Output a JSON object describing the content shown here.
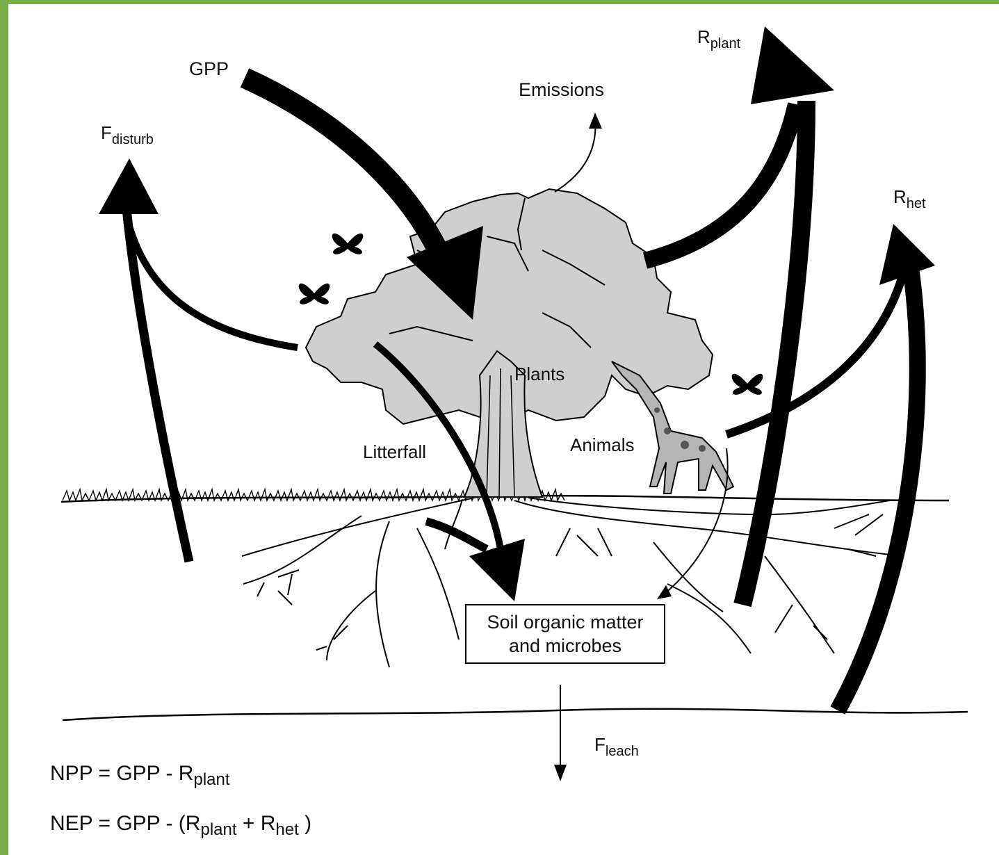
{
  "flux_labels": {
    "gpp": "GPP",
    "f_disturb": {
      "base": "F",
      "sub": "disturb"
    },
    "emissions": "Emissions",
    "r_plant": {
      "base": "R",
      "sub": "plant"
    },
    "r_het": {
      "base": "R",
      "sub": "het"
    },
    "f_leach": {
      "base": "F",
      "sub": "leach"
    }
  },
  "pool_labels": {
    "plants": "Plants",
    "animals": "Animals",
    "litterfall": "Litterfall",
    "soil_line1": "Soil organic matter",
    "soil_line2": "and microbes"
  },
  "equations": {
    "npp": {
      "lhs": "NPP = GPP - R",
      "sub": "plant",
      "tail": ""
    },
    "nep": {
      "lhs": "NEP = GPP - (R",
      "sub1": "plant",
      "mid": " + R",
      "sub2": "het",
      "tail": " )"
    }
  },
  "colors": {
    "frame": "#77ad45",
    "canopy": "#cfcfcf",
    "arrow": "#000000"
  }
}
